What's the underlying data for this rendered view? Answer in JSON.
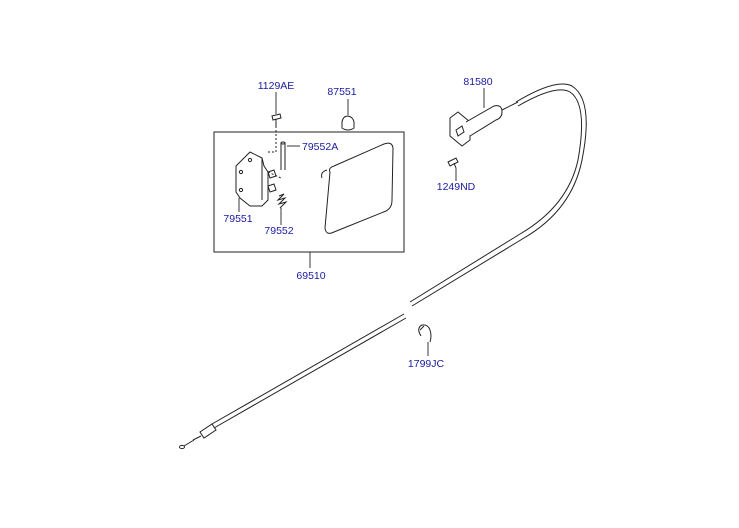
{
  "parts": [
    {
      "id": "p1",
      "code": "1129AE"
    },
    {
      "id": "p2",
      "code": "87551"
    },
    {
      "id": "p3",
      "code": "81580"
    },
    {
      "id": "p4",
      "code": "79552A"
    },
    {
      "id": "p5",
      "code": "1249ND"
    },
    {
      "id": "p6",
      "code": "79551"
    },
    {
      "id": "p7",
      "code": "79552"
    },
    {
      "id": "p8",
      "code": "69510"
    },
    {
      "id": "p9",
      "code": "1799JC"
    }
  ],
  "colors": {
    "label": "#1a1aa0",
    "line": "#222222",
    "background": "#ffffff"
  }
}
